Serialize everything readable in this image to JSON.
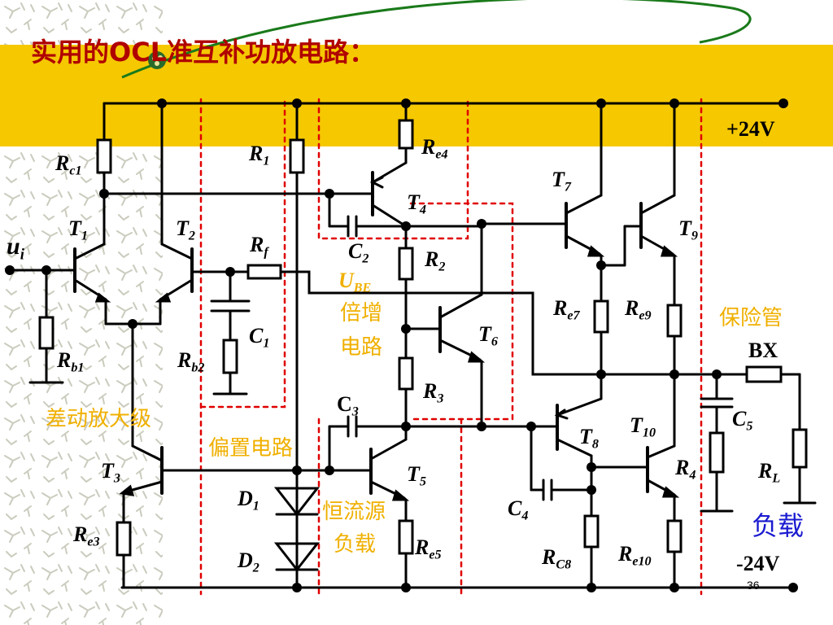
{
  "slide": {
    "title": "实用的OCL准互补功放电路：",
    "page_number": "36"
  },
  "colors": {
    "band": "#f5c800",
    "title": "#b00000",
    "wire": "#000000",
    "highlight_box": "#e00000",
    "annotation": "#f0b000",
    "load_label": "#1a1ad0",
    "swoosh": "#1a7a1a"
  },
  "labels": {
    "vcc": "+24V",
    "vee": "-24V",
    "ui": {
      "main": "u",
      "sub": "i"
    },
    "Rc1": {
      "main": "R",
      "sub": "c1"
    },
    "Rb1": {
      "main": "R",
      "sub": "b1"
    },
    "Rb2": {
      "main": "R",
      "sub": "b2"
    },
    "Re3": {
      "main": "R",
      "sub": "e3"
    },
    "T1": {
      "main": "T",
      "sub": "1"
    },
    "T2": {
      "main": "T",
      "sub": "2"
    },
    "T3": {
      "main": "T",
      "sub": "3"
    },
    "R1": {
      "main": "R",
      "sub": "1"
    },
    "Rf": {
      "main": "R",
      "sub": "f"
    },
    "C1": {
      "main": "C",
      "sub": "1"
    },
    "D1": {
      "main": "D",
      "sub": "1"
    },
    "D2": {
      "main": "D",
      "sub": "2"
    },
    "Re4": {
      "main": "R",
      "sub": "e4"
    },
    "T4": {
      "main": "T",
      "sub": "4"
    },
    "C2": {
      "main": "C",
      "sub": "2"
    },
    "R2": {
      "main": "R",
      "sub": "2"
    },
    "R3": {
      "main": "R",
      "sub": "3"
    },
    "T6": {
      "main": "T",
      "sub": "6"
    },
    "C3": {
      "main": "C",
      "sub": "3"
    },
    "T5": {
      "main": "T",
      "sub": "5"
    },
    "Re5": {
      "main": "R",
      "sub": "e5"
    },
    "T7": {
      "main": "T",
      "sub": "7"
    },
    "T8": {
      "main": "T",
      "sub": "8"
    },
    "Re7": {
      "main": "R",
      "sub": "e7"
    },
    "C4": {
      "main": "C",
      "sub": "4"
    },
    "RC8": {
      "main": "R",
      "sub": "C8"
    },
    "T9": {
      "main": "T",
      "sub": "9"
    },
    "T10": {
      "main": "T",
      "sub": "10"
    },
    "Re9": {
      "main": "R",
      "sub": "e9"
    },
    "R4": {
      "main": "R",
      "sub": "4"
    },
    "Re10": {
      "main": "R",
      "sub": "e10"
    },
    "C5": {
      "main": "C",
      "sub": "5"
    },
    "RL": {
      "main": "R",
      "sub": "L"
    },
    "BX": "BX",
    "UBE": {
      "main": "U",
      "sub": "BE"
    }
  },
  "annotations": {
    "diff_stage": "差动放大级",
    "bias": "偏置电路",
    "ube_mult_1": "倍增",
    "ube_mult_2": "电路",
    "const_current_1": "恒流源",
    "const_current_2": "负载",
    "fuse": "保险管",
    "load": "负载"
  }
}
